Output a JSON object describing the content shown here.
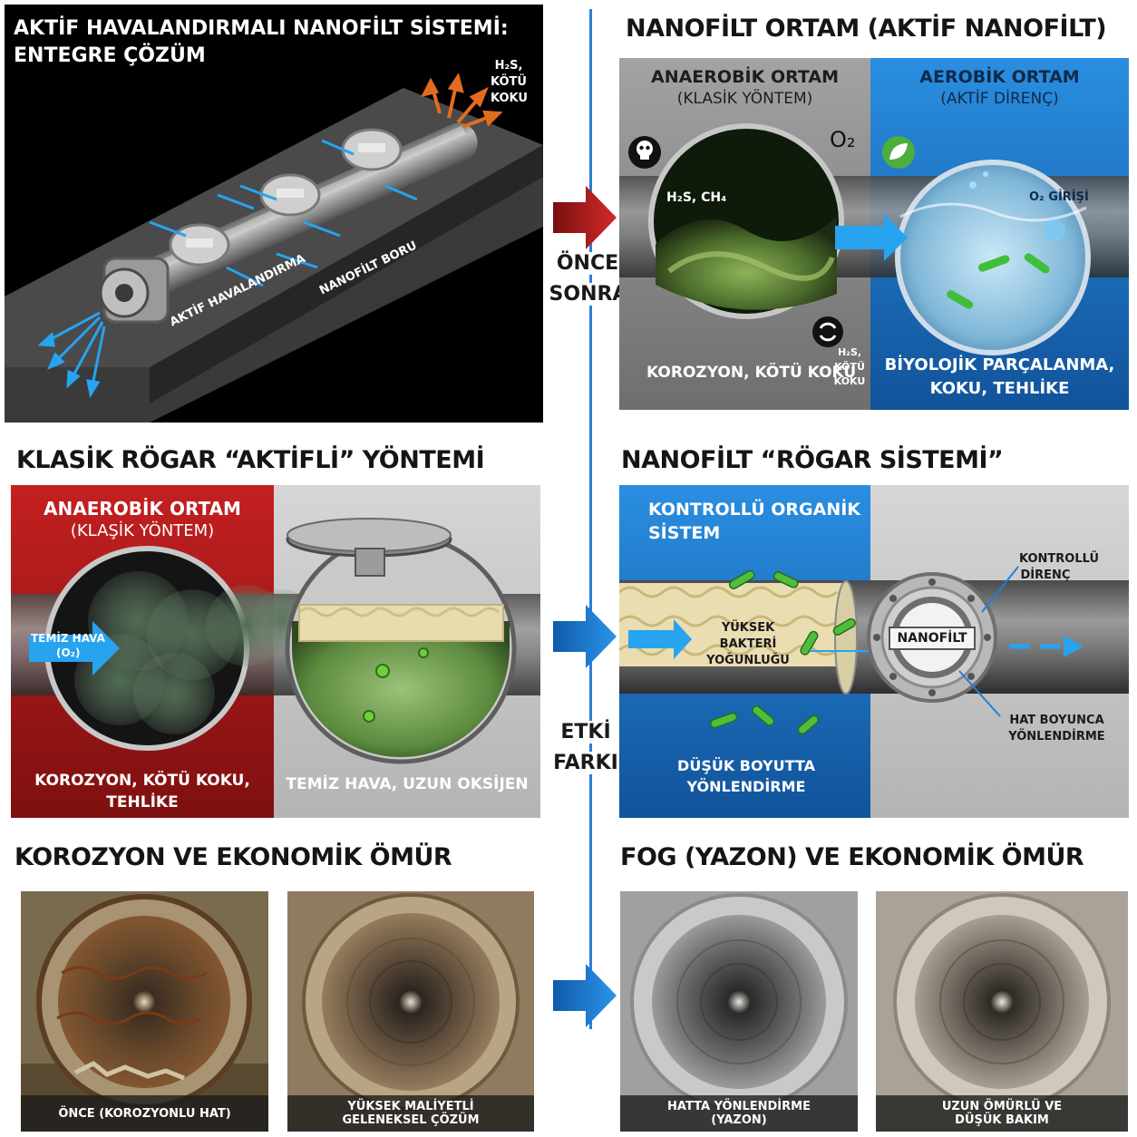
{
  "colors": {
    "blue": "#1f7fd6",
    "deep_blue": "#1565b7",
    "red": "#b31d1d",
    "dark": "#0b0b0b",
    "gray": "#8a8a8a",
    "slime": "#6f9b45"
  },
  "top_left": {
    "title_line1": "AKTİF HAVALANDIRMALI NANOFİLT SİSTEMİ:",
    "title_line2": "ENTEGRE ÇÖZÜM",
    "gas_label": [
      "H₂S,",
      "KÖTÜ",
      "KOKU"
    ],
    "fan_label": "AKTİF HAVALANDIRMA",
    "pipe_label": "NANOFİLT BORU"
  },
  "top_right": {
    "title": "NANOFİLT ORTAM (AKTİF NANOFİLT)",
    "left_title_1": "ANAEROBİK ORTAM",
    "left_title_2": "(KLASİK YÖNTEM)",
    "right_title_1": "AEROBİK ORTAM",
    "right_title_2": "(AKTİF DİRENÇ)",
    "o2_label": "O₂",
    "gas_inside": "H₂S, CH₄",
    "o2_entry": "O₂ GİRİŞİ",
    "left_caption": "KOROZYON, KÖTÜ KOKU",
    "gas_small": [
      "H₂S,",
      "KÖTÜ",
      "KOKU"
    ],
    "right_caption_1": "BİYOLOJİK PARÇALANMA,",
    "right_caption_2": "KOKU, TEHLİKE"
  },
  "middle_axis": {
    "once": "ÖNCE",
    "sonra": "SONRA",
    "etki": "ETKİ",
    "farki": "FARKI"
  },
  "middle_left": {
    "title": "KLASİK RÖGAR “AKTİFLİ” YÖNTEMİ",
    "red_title_1": "ANAEROBİK ORTAM",
    "red_title_2": "(KLAŞİK YÖNTEM)",
    "air_label_1": "TEMİZ HAVA",
    "air_label_2": "(O₂)",
    "red_caption_1": "KOROZYON, KÖTÜ KOKU,",
    "red_caption_2": "TEHLİKE",
    "gray_caption": "TEMİZ HAVA, UZUN OKSİJEN"
  },
  "middle_right": {
    "title": "NANOFİLT “RÖGAR SİSTEMİ”",
    "blue_title_1": "KONTROLLÜ ORGANİK",
    "blue_title_2": "SİSTEM",
    "bacteria_1": "YÜKSEK",
    "bacteria_2": "BAKTERİ",
    "bacteria_3": "YOĞUNLUĞU",
    "blue_caption_1": "DÜŞÜK BOYUTTA",
    "blue_caption_2": "YÖNLENDİRME",
    "valve_label": "NANOFİLT",
    "callout_top_1": "KONTROLLÜ",
    "callout_top_2": "DİRENÇ",
    "callout_bottom_1": "HAT BOYUNCA",
    "callout_bottom_2": "YÖNLENDİRME"
  },
  "bottom_left": {
    "title": "KOROZYON VE EKONOMİK ÖMÜR",
    "photo1_caption": "ÖNCE (KOROZYONLU HAT)",
    "photo2_caption_1": "YÜKSEK MALİYETLİ",
    "photo2_caption_2": "GELENEKSEL ÇÖZÜM"
  },
  "bottom_right": {
    "title": "FOG (YAZON) VE EKONOMİK ÖMÜR",
    "photo3_caption_1": "HATTA YÖNLENDİRME",
    "photo3_caption_2": "(YAZON)",
    "photo4_caption_1": "UZUN ÖMÜRLÜ VE",
    "photo4_caption_2": "DÜŞÜK BAKIM"
  }
}
